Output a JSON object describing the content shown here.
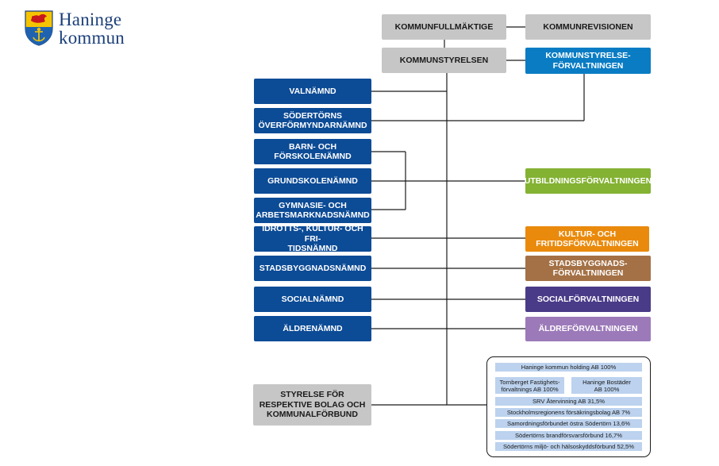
{
  "brand": {
    "logo_line1": "Haninge",
    "logo_line2": "kommun",
    "emblem": "haninge-coat-of-arms"
  },
  "colors": {
    "gray": "#c6c6c6",
    "navy": "#0c4b96",
    "blue": "#0a7cc4",
    "green": "#84b233",
    "orange": "#ea8a0c",
    "brown": "#a47146",
    "purple": "#4a3b88",
    "lilac": "#9c7ab9"
  },
  "top": {
    "fullmaktige": "KOMMUNFULLMÄKTIGE",
    "revisionen": "KOMMUNREVISIONEN",
    "styrelsen": "KOMMUNSTYRELSEN",
    "styrelseforvaltningen": "KOMMUNSTYRELSE-\nFÖRVALTNINGEN"
  },
  "namnder": {
    "valnamnd": "VALNÄMND",
    "overformyndar": "SÖDERTÖRNS\nÖVERFÖRMYNDARNÄMND",
    "barn": "BARN- OCH\nFÖRSKOLENÄMND",
    "grundskole": "GRUNDSKOLENÄMND",
    "gymnasie": "GYMNASIE- OCH\nARBETSMARKNADSNÄMND",
    "idrott": "IDROTTS-, KULTUR- OCH FRI-\nTIDSNÄMND",
    "stadsbyggnad": "STADSBYGGNADSNÄMND",
    "social": "SOCIALNÄMND",
    "aldre": "ÄLDRENÄMND",
    "styrelse_bolag": "STYRELSE FÖR\nRESPEKTIVE BOLAG OCH\nKOMMUNALFÖRBUND"
  },
  "forvaltningar": {
    "utbildning": "UTBILDNINGSFÖRVALTNINGEN",
    "kultur": "KULTUR- OCH\nFRITIDSFÖRVALTNINGEN",
    "stadsbyggnad": "STADSBYGGNADS-\nFÖRVALTNINGEN",
    "social": "SOCIALFÖRVALTNINGEN",
    "aldre": "ÄLDREFÖRVALTNINGEN"
  },
  "companies": {
    "holding": "Haninge kommun holding AB 100%",
    "tornberget": "Tornberget Fastighets-\nförvaltnings AB 100%",
    "bostader": "Haninge Bostäder\nAB 100%",
    "srv": "SRV Återvinning AB 31,5%",
    "forsakring": "Stockholmsregionens försäkringsbolag AB 7%",
    "samordning": "Samordningsförbundet östra Södertörn 13,6%",
    "brandforsvar": "Södertörns brandförsvarsförbund 16,7%",
    "miljo": "Södertörns miljö- och hälsoskyddsförbund 52,5%"
  }
}
